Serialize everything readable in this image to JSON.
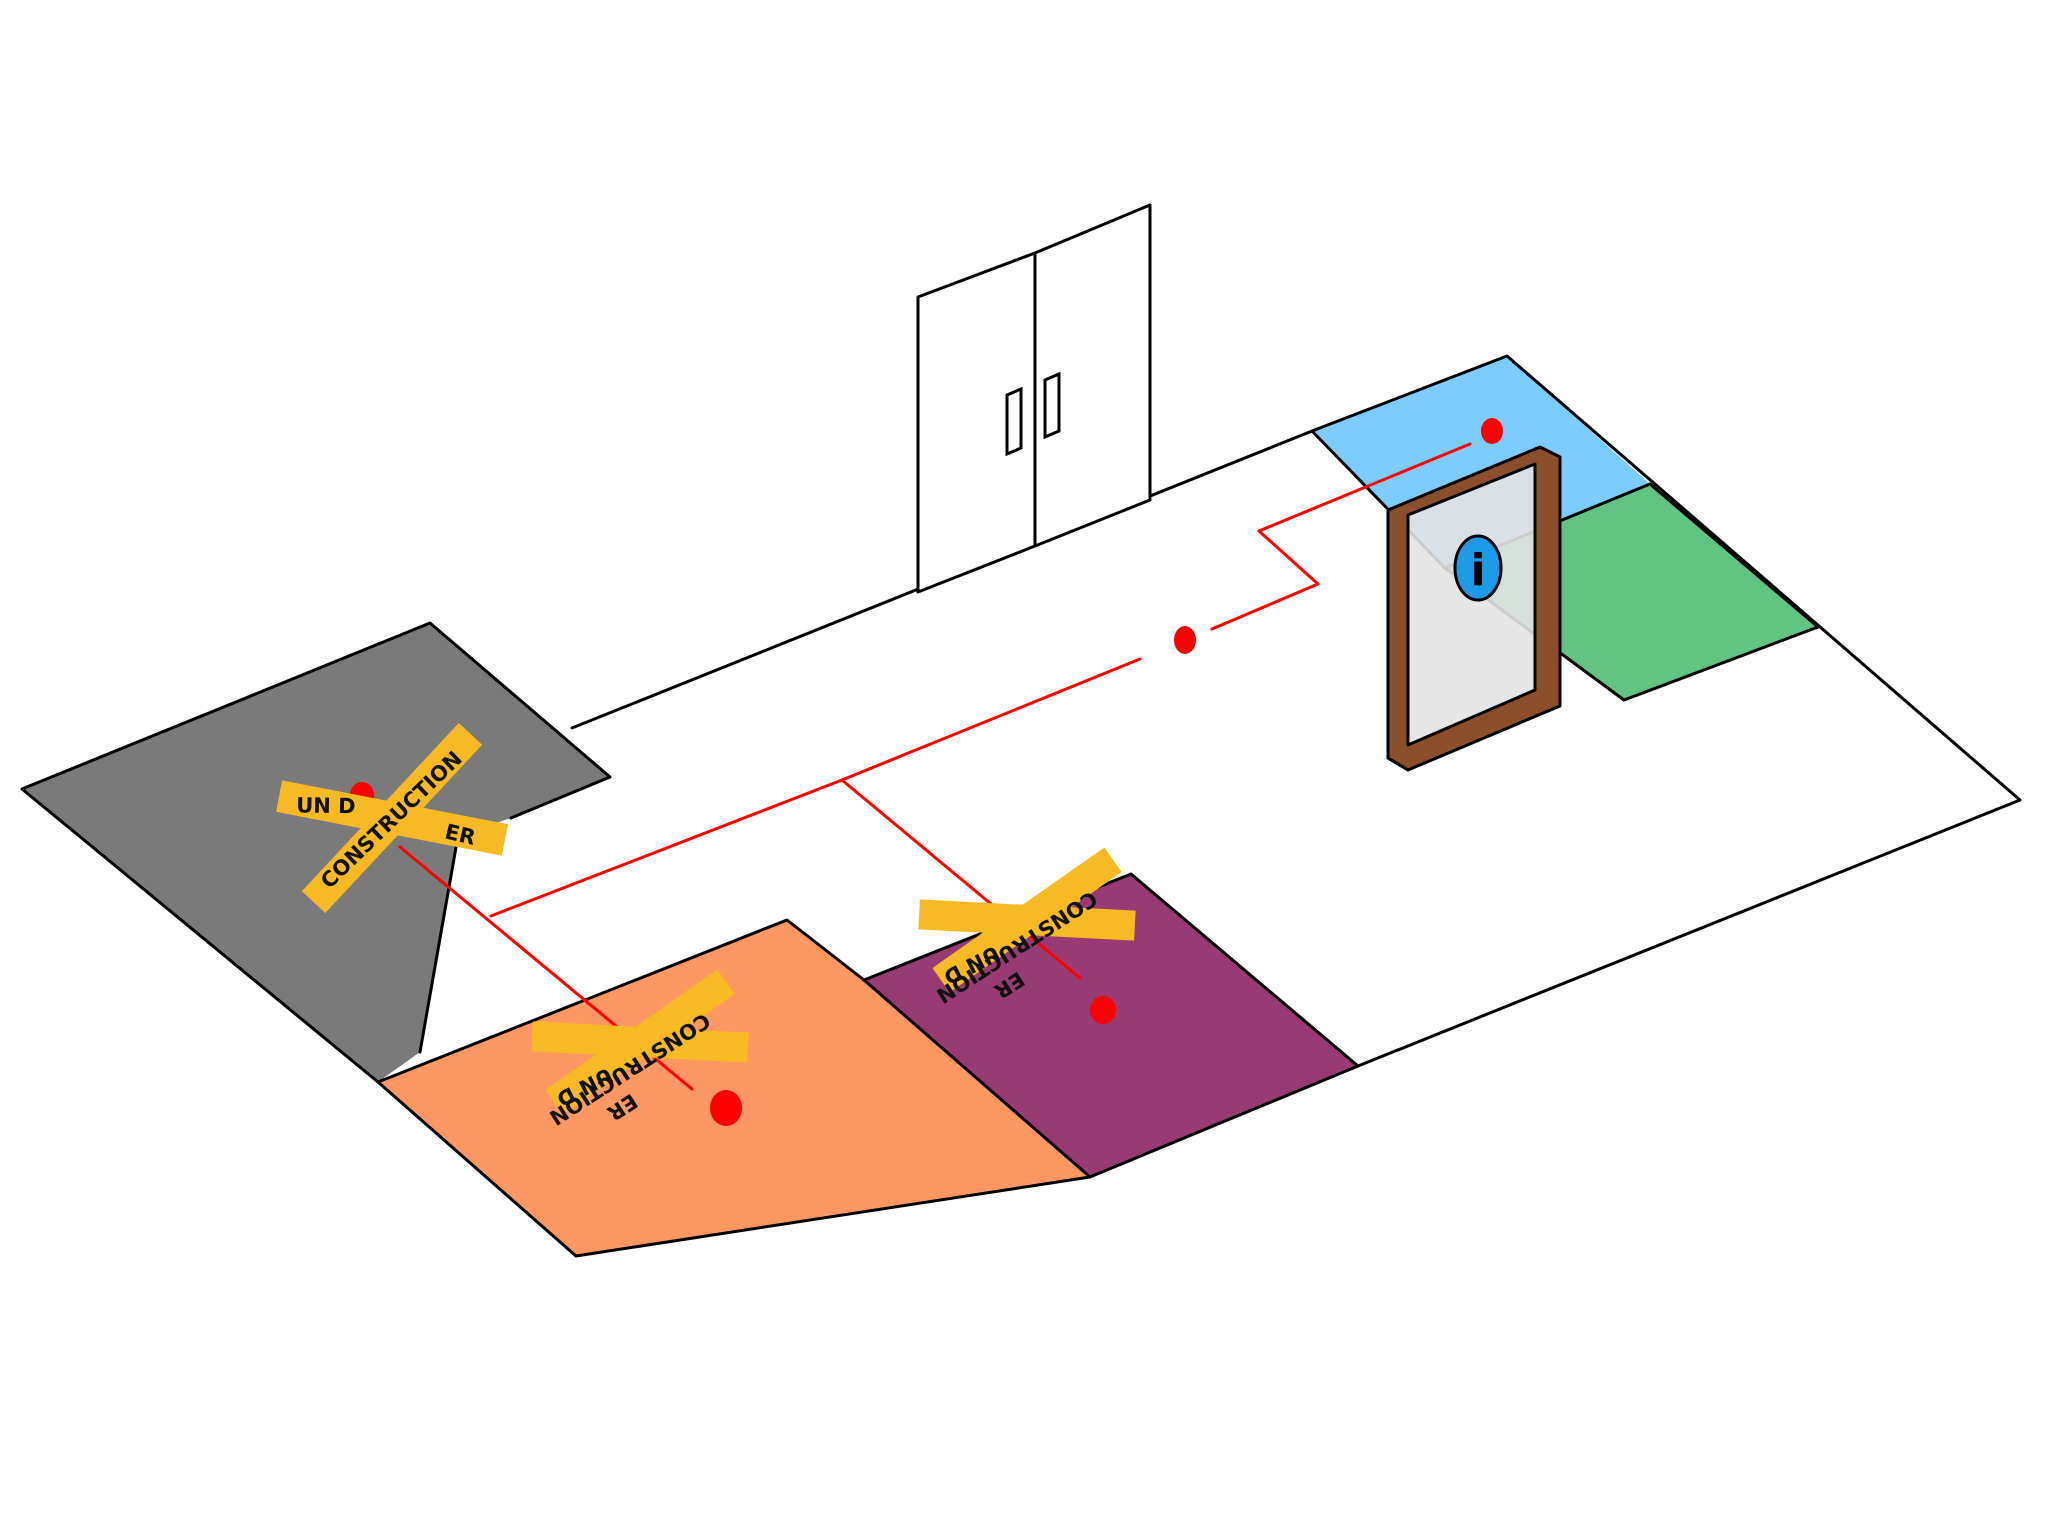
{
  "scene": {
    "colors": {
      "floor": "#ffffff",
      "outline": "#000000",
      "room_gray": "#7a7a7a",
      "room_orange": "#fe9862",
      "room_purple": "#983a73",
      "room_blue": "#7ccdfd",
      "room_green": "#61c482",
      "path": "#ff0000",
      "waypoint": "#ff0000",
      "kiosk_frame": "#8b4f2b",
      "kiosk_screen": "#e3e3e3",
      "info_badge": "#1e9be8",
      "tape": "#f7b924",
      "tape_text": "#111111"
    },
    "rooms": [
      {
        "id": "gray",
        "status": "under-construction"
      },
      {
        "id": "orange",
        "status": "under-construction"
      },
      {
        "id": "purple",
        "status": "under-construction"
      },
      {
        "id": "blue",
        "status": "open"
      },
      {
        "id": "green",
        "status": "open"
      }
    ],
    "tape": {
      "gray": {
        "line1": "UN D",
        "line2": "CONSTRUCTION",
        "line3": "ER"
      },
      "orange": {
        "line1": "UN D",
        "line2": "CONSTRUCTION",
        "line3": "ER"
      },
      "purple": {
        "line1": "UN D",
        "line2": "CONSTRUCTION",
        "line3": "ER"
      }
    },
    "kiosk": {
      "icon": "info-icon",
      "glyph": "i"
    },
    "door": {
      "icon": "double-door",
      "handles": 2
    }
  }
}
